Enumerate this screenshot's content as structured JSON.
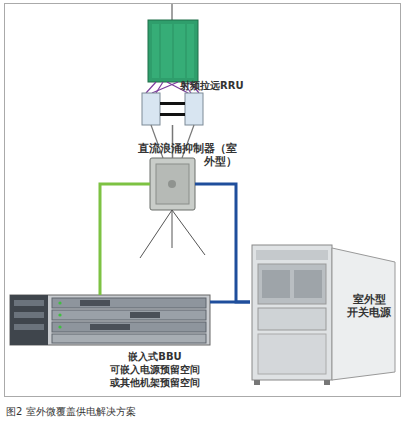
{
  "diagram": {
    "caption": "图2 室外微覆盖供电解决方案",
    "nodes": [
      {
        "text": [
          "射频拉远RRU"
        ]
      },
      {
        "text": [
          "直流浪涌抑制器（室外型）"
        ]
      },
      {
        "text": [
          "嵌入式BBU 可嵌入电源预留空间 或其他机架预留空间"
        ]
      },
      {
        "text": [
          "室外型 开关电源"
        ]
      }
    ],
    "edges": [
      {
        "from": 0,
        "to": 1,
        "arrow": "none"
      },
      {
        "from": 1,
        "to": 2,
        "arrow": "none"
      },
      {
        "from": 1,
        "to": 3,
        "arrow": "none"
      },
      {
        "from": 2,
        "to": 3,
        "arrow": "none"
      }
    ]
  }
}
